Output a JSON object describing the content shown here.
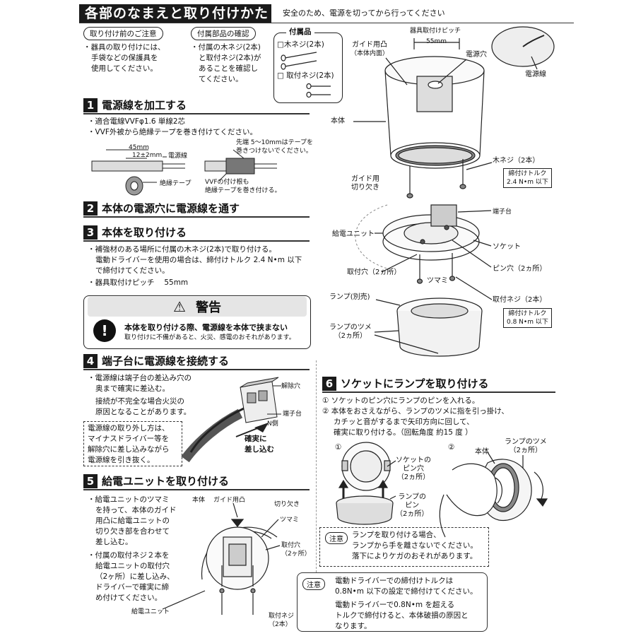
{
  "header": {
    "title": "各部のなまえと取り付けかた",
    "safety_note": "安全のため、電源を切ってから行ってください"
  },
  "pre_install": {
    "label": "取り付け前のご注意",
    "text": [
      "・器具の取り付けには、",
      "手袋などの保護具を",
      "使用してください。"
    ]
  },
  "accessory_check": {
    "label": "付属部品の確認",
    "text": [
      "・付属の木ネジ(2本)",
      "と取付ネジ(2本)が",
      "あることを確認し",
      "てください。"
    ]
  },
  "accessories": {
    "title": "付属品",
    "wood_screw": "□木ネジ(2本)",
    "mount_screw": "□ 取付ネジ(2本)"
  },
  "section1": {
    "num": "1",
    "title": "電源線を加工する",
    "lines": [
      "・適合電線VVFφ1.6 単線2芯",
      "・VVF外被から絶縁テープを巻き付けてください。"
    ],
    "dim_45": "45mm",
    "dim_12": "12±2mm",
    "label_wire": "電源線",
    "label_tape": "絶縁テープ",
    "label_tip": [
      "先端 5～10mmはテープを",
      "巻きつけないでください。"
    ],
    "label_root": [
      "VVFの付け根も",
      "絶縁テープを巻き付ける。"
    ]
  },
  "section2": {
    "num": "2",
    "title": "本体の電源穴に電源線を通す"
  },
  "section3": {
    "num": "3",
    "title": "本体を取り付ける",
    "lines": [
      "・補強材のある場所に付属の木ネジ(2本)で取り付ける。",
      "電動ドライバーを使用の場合は、締付けトルク 2.4 N•m 以下",
      "で締付けてください。",
      "・器具取付けピッチ　 55mm"
    ]
  },
  "warning": {
    "title": "警告",
    "main": "本体を取り付ける際、電源線を本体で挟まない",
    "sub": "取り付けに不備があると、火災、感電のおそれがあります。"
  },
  "section4": {
    "num": "4",
    "title": "端子台に電源線を接続する",
    "lines": [
      "・電源線は端子台の差込み穴の",
      "奥まで確実に差込む。",
      "接続が不完全な場合火災の",
      "原因となることがあります。"
    ],
    "release_note": [
      "電源線の取り外し方は、",
      "マイナスドライバー等を",
      "解除穴に差し込みながら",
      "電源線を引き抜く。"
    ],
    "label_release": "解除穴",
    "label_terminal": "端子台",
    "label_n": "N側",
    "label_insert": [
      "確実に",
      "差し込む"
    ]
  },
  "section5": {
    "num": "5",
    "title": "給電ユニットを取り付ける",
    "lines": [
      "・給電ユニットのツマミ",
      "を持って、本体のガイド",
      "用凸に給電ユニットの",
      "切り欠き部を合わせて",
      "差し込む。",
      "・付属の取付ネジ２本を",
      "給電ユニットの取付穴",
      "（2ヶ所）に差し込み、",
      "ドライバーで確実に締",
      "め付けてください。"
    ],
    "label_body": "本体",
    "label_guide": "ガイド用凸",
    "label_notch": "切り欠き",
    "label_knob": "ツマミ",
    "label_holes": [
      "取付穴",
      "（2ヶ所）"
    ],
    "label_unit": "給電ユニット",
    "label_screws": [
      "取付ネジ",
      "（2本）"
    ]
  },
  "section6": {
    "num": "6",
    "title": "ソケットにランプを取り付ける",
    "lines": [
      "① ソケットのピン穴にランプのピンを入れる。",
      "② 本体をおさえながら、ランプのツメに指を引っ掛け、",
      "カチッと音がするまで矢印方向に回して、",
      "確実に取り付ける。（回転角度 約15 度 ）"
    ],
    "step1": "①",
    "step2": "②",
    "label_pinhole": [
      "ソケットの",
      "ピン穴",
      "（2ヵ所）"
    ],
    "label_pin": [
      "ランプの",
      "ピン",
      "（2ヵ所）"
    ],
    "label_body": "本体",
    "label_claw": [
      "ランプのツメ",
      "（2ヵ所）"
    ]
  },
  "note1": {
    "tag": "注意",
    "lines": [
      "ランプを取り付ける場合、",
      "ランプから手を離さないでください。",
      "落下によりケガのおそれがあります。"
    ]
  },
  "note2": {
    "tag": "注意",
    "lines": [
      "電動ドライバーでの締付けトルクは",
      "0.8N•m 以下の設定で締付けてください。",
      "電動ドライバーで0.8N•m を超える",
      "トルクで締付けると、本体破損の原因と",
      "なります。"
    ]
  },
  "diagram": {
    "pitch": "器具取付けピッチ",
    "pitch_val": "55mm",
    "guide": [
      "ガイド用凸",
      "（本体内面）"
    ],
    "power_hole": "電源穴",
    "power_wire": "電源線",
    "body": "本体",
    "wood_screw": "木ネジ（2本）",
    "torque1": [
      "締付けトルク",
      "2.4 N•m 以下"
    ],
    "guide_notch": [
      "ガイド用",
      "切り欠き"
    ],
    "terminal": "端子台",
    "unit": "給電ユニット",
    "socket": "ソケット",
    "pin_hole": "ピン穴（2ヵ所）",
    "mount_hole": "取付穴（2ヵ所）",
    "knob": "ツマミ",
    "mount_screw": "取付ネジ（2本）",
    "torque2": [
      "締付けトルク",
      "0.8 N•m 以下"
    ],
    "lamp": "ランプ(別売)",
    "lamp_claw": [
      "ランプのツメ",
      "（2ヵ所）"
    ]
  }
}
